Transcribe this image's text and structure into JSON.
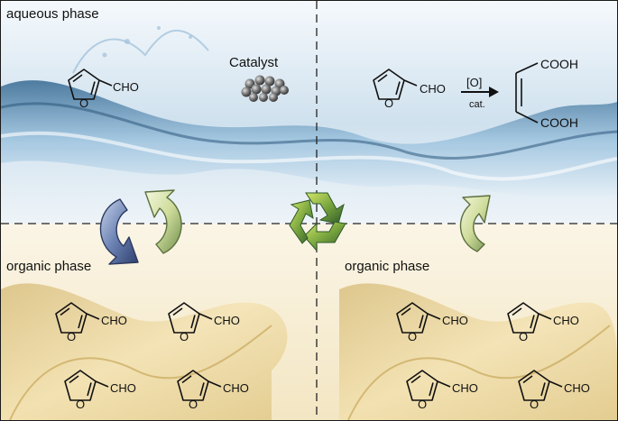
{
  "labels": {
    "aqueous_phase": "aqueous phase",
    "catalyst": "Catalyst",
    "organic_phase_left": "organic phase",
    "organic_phase_right": "organic phase"
  },
  "molecules": {
    "furfural_substituent": "CHO",
    "ring_heteroatom": "O"
  },
  "reaction": {
    "oxidant": "[O]",
    "condition": "cat.",
    "product_group_top": "COOH",
    "product_group_bottom": "COOH"
  },
  "colors": {
    "water": "#9cc3de",
    "water_dark": "#3c6d93",
    "oil": "#e4cb86",
    "oil_light": "#f8efd7",
    "recycle_green": "#7aa63e",
    "catalyst_grey": "#6a6a6a",
    "arrow_blue": "#536a9a"
  },
  "icons": {
    "recycle": "recycle-icon",
    "exchange": "circular-exchange-arrows-icon",
    "single_arrow": "curved-arrow-icon"
  }
}
